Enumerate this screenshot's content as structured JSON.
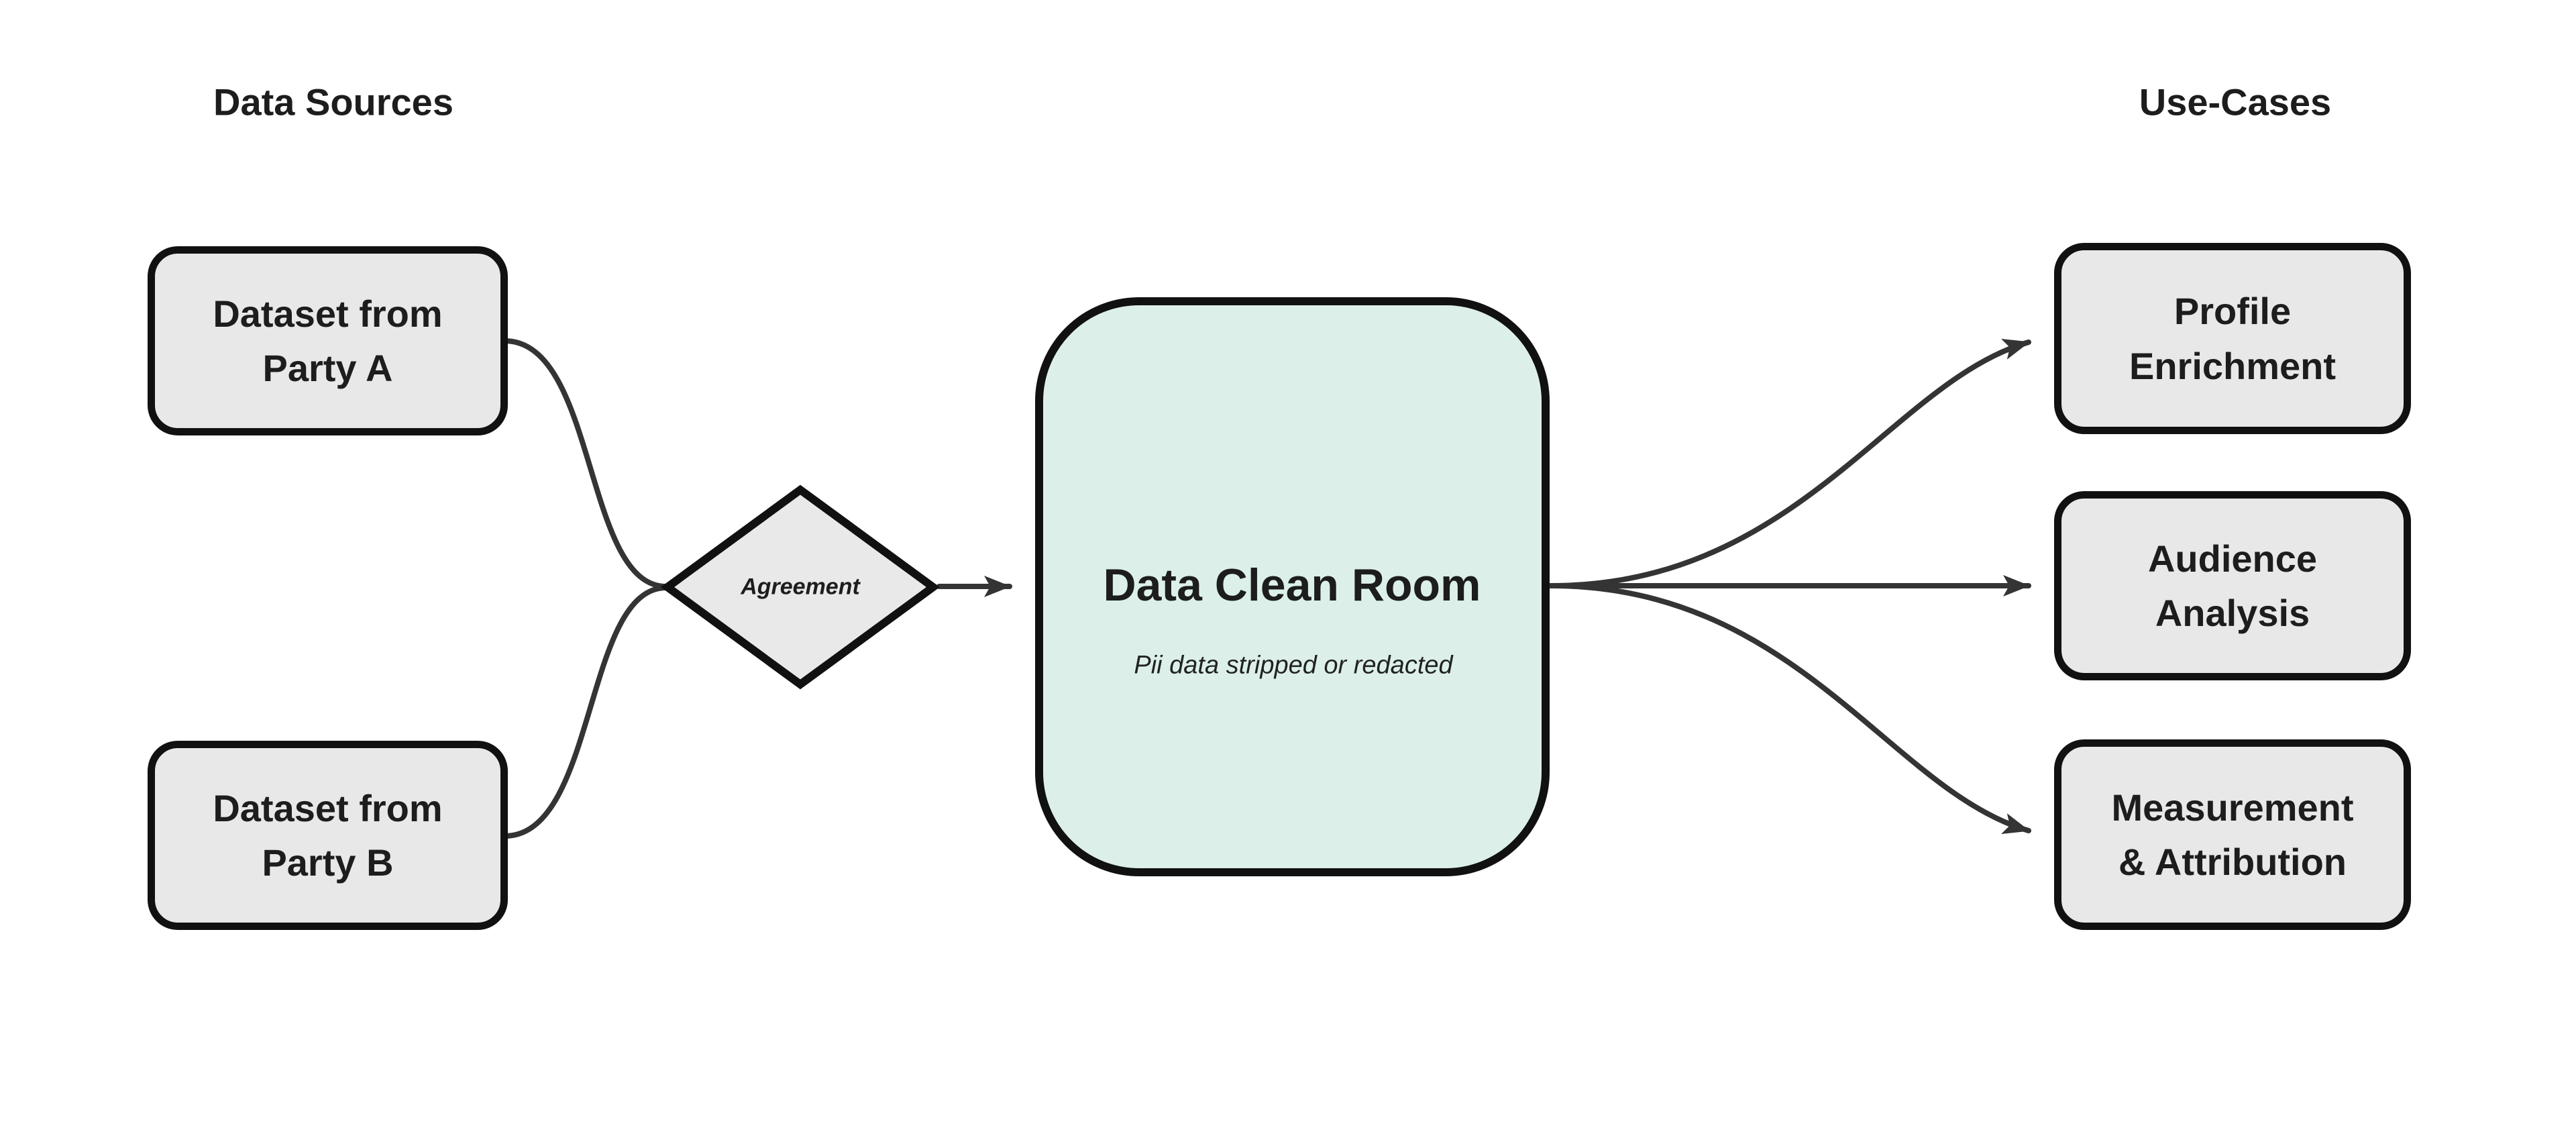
{
  "diagram": {
    "column_titles": {
      "left": "Data Sources",
      "right": "Use-Cases"
    },
    "nodes": {
      "party_a": {
        "label": "Dataset from\nParty A"
      },
      "party_b": {
        "label": "Dataset from\nParty B"
      },
      "agreement": {
        "label": "Agreement"
      },
      "clean_room": {
        "title": "Data Clean Room",
        "subtitle": "Pii data stripped or redacted"
      },
      "profile_enrichment": {
        "label": "Profile\nEnrichment"
      },
      "audience_analysis": {
        "label": "Audience\nAnalysis"
      },
      "measurement_attribution": {
        "label": "Measurement\n& Attribution"
      }
    },
    "colors": {
      "background": "#ffffff",
      "node_fill": "#e8e8e8",
      "clean_room_fill": "#dcf0e9",
      "border": "#111111",
      "connector": "#343434",
      "text": "#1d1d1d"
    }
  }
}
